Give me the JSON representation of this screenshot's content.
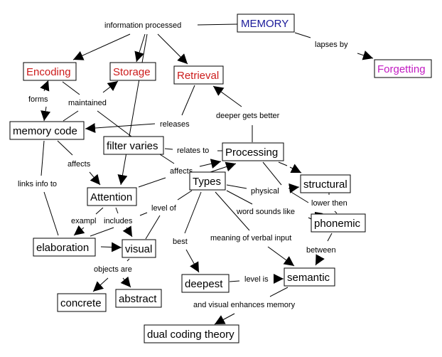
{
  "colors": {
    "root": "#1a1a9a",
    "stage": "#cc1b1b",
    "forgetting": "#c21bc2",
    "default": "#000000"
  },
  "nodes": {
    "memory": {
      "label": "MEMORY",
      "color": "root"
    },
    "forgetting": {
      "label": "Forgetting",
      "color": "forgetting"
    },
    "encoding": {
      "label": "Encoding",
      "color": "stage"
    },
    "storage": {
      "label": "Storage",
      "color": "stage"
    },
    "retrieval": {
      "label": "Retrieval",
      "color": "stage"
    },
    "memory_code": {
      "label": "memory code",
      "color": "default"
    },
    "filter_varies": {
      "label": "filter varies",
      "color": "default"
    },
    "processing": {
      "label": "Processing",
      "color": "default"
    },
    "attention": {
      "label": "Attention",
      "color": "default"
    },
    "types": {
      "label": "Types",
      "color": "default"
    },
    "structural": {
      "label": "structural",
      "color": "default"
    },
    "phonemic": {
      "label": "phonemic",
      "color": "default"
    },
    "elaboration": {
      "label": "elaboration",
      "color": "default"
    },
    "visual": {
      "label": "visual",
      "color": "default"
    },
    "deepest": {
      "label": "deepest",
      "color": "default"
    },
    "semantic": {
      "label": "semantic",
      "color": "default"
    },
    "concrete": {
      "label": "concrete",
      "color": "default"
    },
    "abstract": {
      "label": "abstract",
      "color": "default"
    },
    "dual_coding": {
      "label": "dual coding theory",
      "color": "default"
    }
  },
  "links": {
    "information_processed": "information processed",
    "lapses_by": "lapses by",
    "forms": "forms",
    "maintained": "maintained",
    "releases": "releases",
    "deeper_gets_better": "deeper gets better",
    "relates_to": "relates to",
    "affects_1": "affects",
    "affects_2": "affects",
    "links_info_to": "links info to",
    "physical": "physical",
    "lower_then": "lower then",
    "word_sounds_like": "word sounds like",
    "level_of": "level of",
    "exampl": "exampl",
    "includes": "includes",
    "best": "best",
    "meaning_of_verbal_input": "meaning of verbal input",
    "between": "between",
    "objects_are": "objects are",
    "level_is": "level is",
    "and_visual": "and visual enhances memory"
  }
}
